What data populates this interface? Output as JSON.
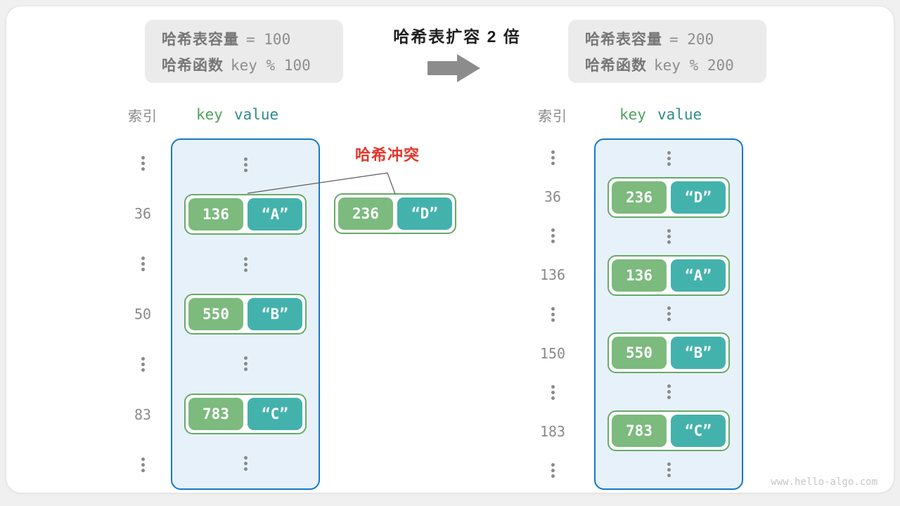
{
  "info_left": {
    "rows": [
      {
        "label": "哈希表容量",
        "code": "= 100"
      },
      {
        "label": "哈希函数",
        "code": "key % 100"
      }
    ]
  },
  "expand_title": "哈希表扩容 2 倍",
  "info_right": {
    "rows": [
      {
        "label": "哈希表容量",
        "code": "= 200"
      },
      {
        "label": "哈希函数",
        "code": "key % 200"
      }
    ]
  },
  "collision": {
    "label": "哈希冲突",
    "pair": {
      "key": "236",
      "value": "“D”"
    }
  },
  "table_left": {
    "headers": {
      "index": "索引",
      "key": "key",
      "value": "value"
    },
    "rows": [
      {
        "ellipsis": true
      },
      {
        "index": "36",
        "key": "136",
        "value": "“A”"
      },
      {
        "ellipsis": true
      },
      {
        "index": "50",
        "key": "550",
        "value": "“B”"
      },
      {
        "ellipsis": true
      },
      {
        "index": "83",
        "key": "783",
        "value": "“C”"
      },
      {
        "ellipsis": true
      }
    ]
  },
  "table_right": {
    "headers": {
      "index": "索引",
      "key": "key",
      "value": "value"
    },
    "rows": [
      {
        "ellipsis": true
      },
      {
        "index": "36",
        "key": "236",
        "value": "“D”"
      },
      {
        "ellipsis": true
      },
      {
        "index": "136",
        "key": "136",
        "value": "“A”"
      },
      {
        "ellipsis": true
      },
      {
        "index": "150",
        "key": "550",
        "value": "“B”"
      },
      {
        "ellipsis": true
      },
      {
        "index": "183",
        "key": "783",
        "value": "“C”"
      },
      {
        "ellipsis": true
      }
    ]
  },
  "watermark": "www.hello-algo.com",
  "colors": {
    "key_box": "#7cba7e",
    "value_box": "#44b2ac",
    "pair_border": "#66aa66",
    "bucket_fill": "#e7f1fa",
    "bucket_border": "#1579c8",
    "collision_red": "#e3362b",
    "arrow_gray": "#8c8c8c",
    "index_gray": "#8a8a8a",
    "infobox_bg": "#ebebeb"
  }
}
